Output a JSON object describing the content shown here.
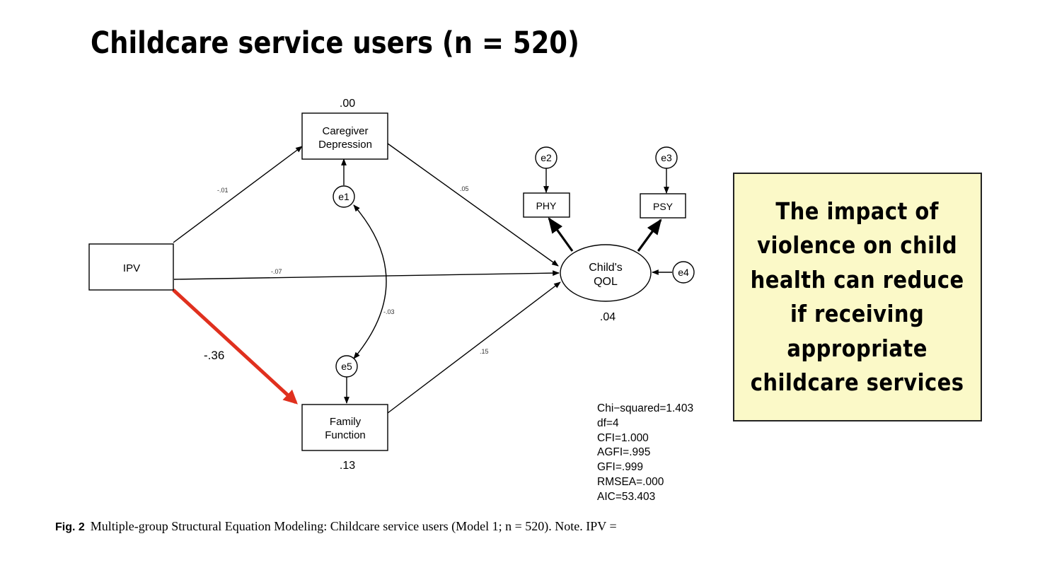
{
  "title": "Childcare service users (n = 520)",
  "diagram": {
    "nodes": {
      "ipv": "IPV",
      "caregiver_depression": [
        "Caregiver",
        "Depression"
      ],
      "family_function": [
        "Family",
        "Function"
      ],
      "childs_qol": [
        "Child's",
        "QOL"
      ],
      "phy": "PHY",
      "psy": "PSY",
      "e1": "e1",
      "e2": "e2",
      "e3": "e3",
      "e4": "e4",
      "e5": "e5"
    },
    "r_squared": {
      "caregiver_depression": ".00",
      "childs_qol": ".04",
      "family_function": ".13"
    },
    "paths": {
      "ipv_to_depression": "-.01",
      "ipv_to_qol": "-.07",
      "ipv_to_family": "-.36",
      "depression_to_qol": ".05",
      "family_to_qol": ".15",
      "e1_e5_covariance": "-.03"
    },
    "highlight_color": "#e0301e"
  },
  "fit_stats": [
    "Chi−squared=1.403",
    "df=4",
    "CFI=1.000",
    "AGFI=.995",
    "GFI=.999",
    "RMSEA=.000",
    "AIC=53.403"
  ],
  "callout": "The impact of\nviolence on child\nhealth can reduce\nif receiving\nappropriate\nchildcare services",
  "caption": {
    "fig_label": "Fig. 2",
    "text": "Multiple-group Structural Equation Modeling: Childcare service users (Model 1; n = 520). Note. IPV ="
  }
}
